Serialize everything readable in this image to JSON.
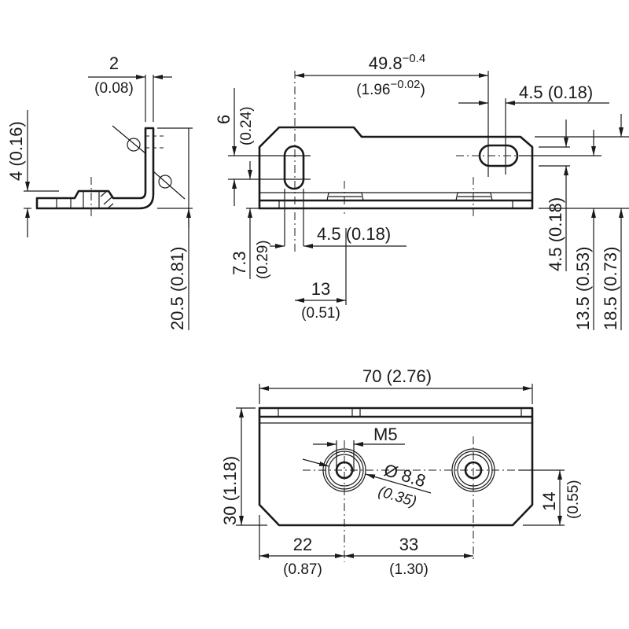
{
  "side_view": {
    "thickness": "2",
    "thickness_in": "(0.08)",
    "boss_height": "4 (0.16)",
    "height": "20.5 (0.81)"
  },
  "front_view": {
    "slot_spacing": "49.8",
    "slot_spacing_tol": "−0.4",
    "slot_spacing_in": "(1.96",
    "slot_spacing_in_tol": "−0.02",
    "slot_spacing_in_close": ")",
    "slot_width_top": "4.5 (0.18)",
    "slot_offset_left": "6",
    "slot_offset_left_in": "(0.24)",
    "slot_low": "7.3",
    "slot_low_in": "(0.29)",
    "slot_width_bottom": "4.5 (0.18)",
    "boss_offset": "13",
    "boss_offset_in": "(0.51)",
    "right_slot_width": "4.5 (0.18)",
    "right_slot_center": "13.5 (0.53)",
    "overall_height": "18.5 (0.73)"
  },
  "bottom_view": {
    "width": "70 (2.76)",
    "depth": "30 (1.18)",
    "thread": "M5",
    "boss_diameter": "Ø 8.8",
    "boss_diameter_in": "(0.35)",
    "hole_height": "14",
    "hole_height_in": "(0.55)",
    "hole1_offset": "22",
    "hole1_offset_in": "(0.87)",
    "hole_spacing": "33",
    "hole_spacing_in": "(1.30)"
  }
}
